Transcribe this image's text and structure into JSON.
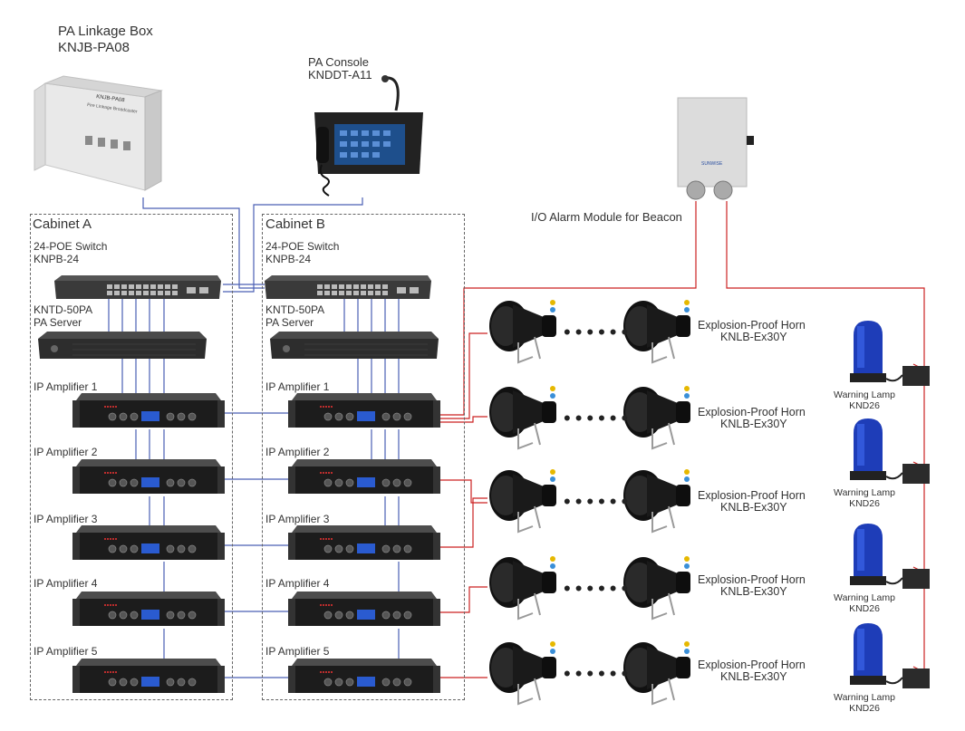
{
  "linkage_box": {
    "title": "PA Linkage Box",
    "model": "KNJB-PA08",
    "face_title": "KNJB-PA08",
    "face_sub": "Fire Linkage Broadcaster"
  },
  "console": {
    "title": "PA Console",
    "model": "KNDDT-A11"
  },
  "io_module": {
    "label": "I/O Alarm Module for Beacon",
    "brand": "SUNWISE"
  },
  "cabinets": [
    {
      "name": "Cabinet A",
      "switch_title": "24-POE Switch",
      "switch_model": "KNPB-24",
      "server_title": "KNTD-50PA",
      "server_sub": "PA Server",
      "amplifiers": [
        "IP Amplifier 1",
        "IP Amplifier 2",
        "IP Amplifier 3",
        "IP Amplifier 4",
        "IP Amplifier 5"
      ]
    },
    {
      "name": "Cabinet B",
      "switch_title": "24-POE Switch",
      "switch_model": "KNPB-24",
      "server_title": "KNTD-50PA",
      "server_sub": "PA Server",
      "amplifiers": [
        "IP Amplifier 1",
        "IP Amplifier 2",
        "IP Amplifier 3",
        "IP Amplifier 4",
        "IP Amplifier 5"
      ]
    }
  ],
  "horns": [
    {
      "title": "Explosion-Proof Horn",
      "model": "KNLB-Ex30Y"
    },
    {
      "title": "Explosion-Proof Horn",
      "model": "KNLB-Ex30Y"
    },
    {
      "title": "Explosion-Proof Horn",
      "model": "KNLB-Ex30Y"
    },
    {
      "title": "Explosion-Proof Horn",
      "model": "KNLB-Ex30Y"
    },
    {
      "title": "Explosion-Proof Horn",
      "model": "KNLB-Ex30Y"
    }
  ],
  "lamps": [
    {
      "title": "Warning Lamp",
      "model": "KND26"
    },
    {
      "title": "Warning Lamp",
      "model": "KND26"
    },
    {
      "title": "Warning Lamp",
      "model": "KND26"
    },
    {
      "title": "Warning Lamp",
      "model": "KND26"
    }
  ],
  "colors": {
    "network": "#4a5fb5",
    "alarm": "#cc2222",
    "outline": "#666666"
  }
}
